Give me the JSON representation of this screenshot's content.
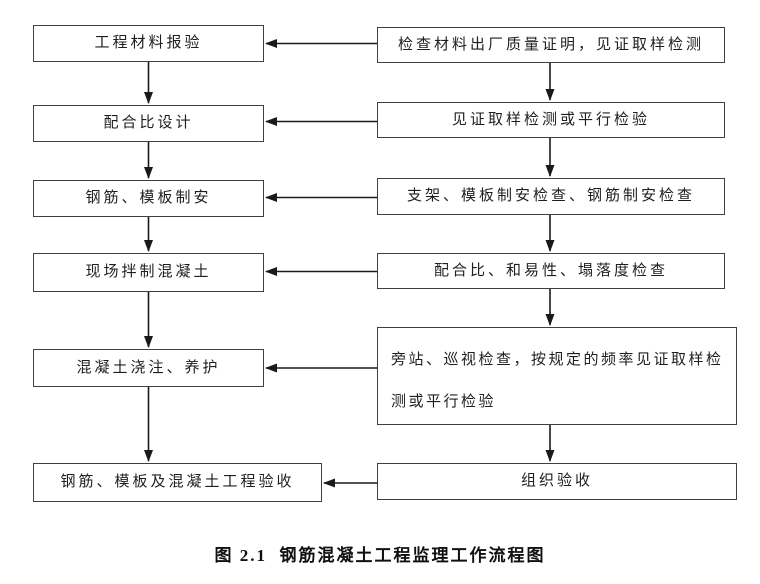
{
  "diagram": {
    "caption": "图 2.1  钢筋混凝土工程监理工作流程图",
    "left_nodes": [
      {
        "label": "工程材料报验"
      },
      {
        "label": "配合比设计"
      },
      {
        "label": "钢筋、模板制安"
      },
      {
        "label": "现场拌制混凝土"
      },
      {
        "label": "混凝土浇注、养护"
      },
      {
        "label": "钢筋、模板及混凝土工程验收"
      }
    ],
    "right_nodes": [
      {
        "label": "检查材料出厂质量证明，见证取样检测"
      },
      {
        "label": "见证取样检测或平行检验"
      },
      {
        "label": "支架、模板制安检查、钢筋制安检查"
      },
      {
        "label": "配合比、和易性、塌落度检查"
      },
      {
        "label": "旁站、巡视检查，按规定的频率见证取样检测或平行检验"
      },
      {
        "label": "组织验收"
      }
    ],
    "colors": {
      "border": "#3f3f3f",
      "text": "#1f1f1f",
      "arrow": "#1a1a1a",
      "background": "#ffffff"
    }
  }
}
